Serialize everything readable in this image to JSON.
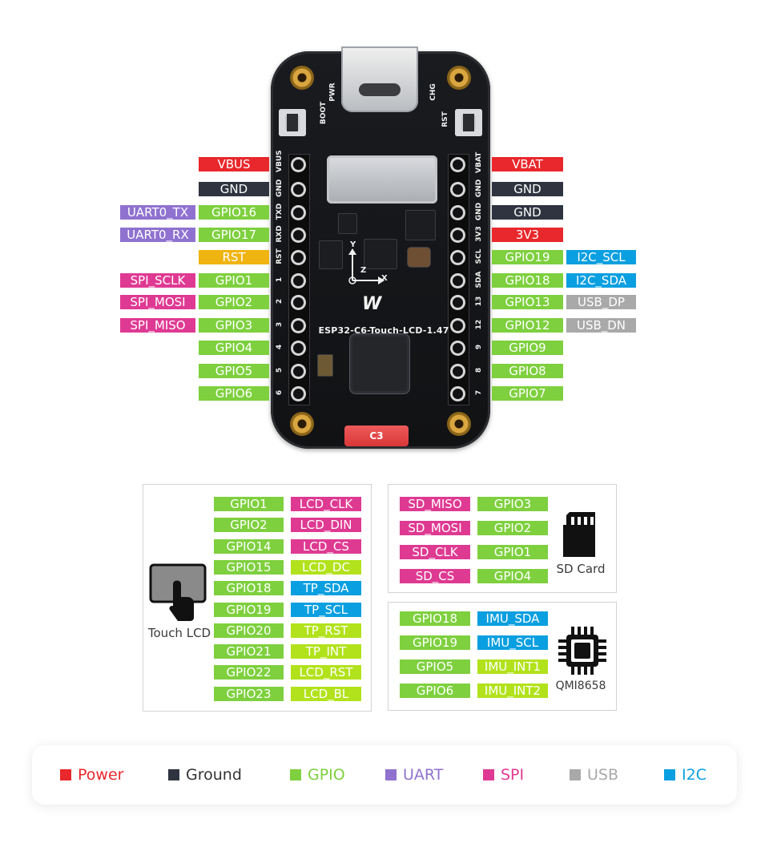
{
  "board": {
    "name": "ESP32-C6-Touch-LCD-1.47",
    "chip_label": "C3",
    "logo": "W",
    "silk": {
      "pwr": "PWR",
      "chg": "CHG",
      "boot": "BOOT",
      "rst": "RST"
    },
    "left_silk": [
      "VBUS",
      "GND",
      "TXD",
      "RXD",
      "RST",
      "1",
      "2",
      "3",
      "4",
      "5",
      "6"
    ],
    "right_silk": [
      "VBAT",
      "GND",
      "GND",
      "3V3",
      "SCL",
      "SDA",
      "13",
      "12",
      "9",
      "8",
      "7"
    ],
    "axes": {
      "y": "Y",
      "z": "Z",
      "x": "X"
    }
  },
  "left_pins": [
    {
      "pin": "VBUS",
      "color": "#e8282c"
    },
    {
      "pin": "GND",
      "color": "#2f3440"
    },
    {
      "pin": "GPIO16",
      "color": "#7ed03e",
      "alt": "UART0_TX",
      "alt_color": "#8f72cf"
    },
    {
      "pin": "GPIO17",
      "color": "#7ed03e",
      "alt": "UART0_RX",
      "alt_color": "#8f72cf"
    },
    {
      "pin": "RST",
      "color": "#f0b411"
    },
    {
      "pin": "GPIO1",
      "color": "#7ed03e",
      "alt": "SPI_SCLK",
      "alt_color": "#df3a93"
    },
    {
      "pin": "GPIO2",
      "color": "#7ed03e",
      "alt": "SPI_MOSI",
      "alt_color": "#df3a93"
    },
    {
      "pin": "GPIO3",
      "color": "#7ed03e",
      "alt": "SPI_MISO",
      "alt_color": "#df3a93"
    },
    {
      "pin": "GPIO4",
      "color": "#7ed03e"
    },
    {
      "pin": "GPIO5",
      "color": "#7ed03e"
    },
    {
      "pin": "GPIO6",
      "color": "#7ed03e"
    }
  ],
  "right_pins": [
    {
      "pin": "VBAT",
      "color": "#e8282c"
    },
    {
      "pin": "GND",
      "color": "#2f3440"
    },
    {
      "pin": "GND",
      "color": "#2f3440"
    },
    {
      "pin": "3V3",
      "color": "#e8282c"
    },
    {
      "pin": "GPIO19",
      "color": "#7ed03e",
      "alt": "I2C_SCL",
      "alt_color": "#0a9fe0"
    },
    {
      "pin": "GPIO18",
      "color": "#7ed03e",
      "alt": "I2C_SDA",
      "alt_color": "#0a9fe0"
    },
    {
      "pin": "GPIO13",
      "color": "#7ed03e",
      "alt": "USB_DP",
      "alt_color": "#a9a9a9"
    },
    {
      "pin": "GPIO12",
      "color": "#7ed03e",
      "alt": "USB_DN",
      "alt_color": "#a9a9a9"
    },
    {
      "pin": "GPIO9",
      "color": "#7ed03e"
    },
    {
      "pin": "GPIO8",
      "color": "#7ed03e"
    },
    {
      "pin": "GPIO7",
      "color": "#7ed03e"
    }
  ],
  "touch_lcd": {
    "caption": "Touch LCD",
    "rows": [
      {
        "gpio": "GPIO1",
        "func": "LCD_CLK",
        "color": "#de3a92"
      },
      {
        "gpio": "GPIO2",
        "func": "LCD_DIN",
        "color": "#de3a92"
      },
      {
        "gpio": "GPIO14",
        "func": "LCD_CS",
        "color": "#de3a92"
      },
      {
        "gpio": "GPIO15",
        "func": "LCD_DC",
        "color": "#b2e21c"
      },
      {
        "gpio": "GPIO18",
        "func": "TP_SDA",
        "color": "#0a9fe0"
      },
      {
        "gpio": "GPIO19",
        "func": "TP_SCL",
        "color": "#0a9fe0"
      },
      {
        "gpio": "GPIO20",
        "func": "TP_RST",
        "color": "#b2e21c"
      },
      {
        "gpio": "GPIO21",
        "func": "TP_INT",
        "color": "#b2e21c"
      },
      {
        "gpio": "GPIO22",
        "func": "LCD_RST",
        "color": "#b2e21c"
      },
      {
        "gpio": "GPIO23",
        "func": "LCD_BL",
        "color": "#b2e21c"
      }
    ]
  },
  "sd_card": {
    "caption": "SD Card",
    "rows": [
      {
        "func": "SD_MISO",
        "gpio": "GPIO3",
        "color": "#de3a92"
      },
      {
        "func": "SD_MOSI",
        "gpio": "GPIO2",
        "color": "#de3a92"
      },
      {
        "func": "SD_CLK",
        "gpio": "GPIO1",
        "color": "#de3a92"
      },
      {
        "func": "SD_CS",
        "gpio": "GPIO4",
        "color": "#de3a92"
      }
    ]
  },
  "imu": {
    "caption": "QMI8658",
    "rows": [
      {
        "gpio": "GPIO18",
        "func": "IMU_SDA",
        "color": "#0a9fe0"
      },
      {
        "gpio": "GPIO19",
        "func": "IMU_SCL",
        "color": "#0a9fe0"
      },
      {
        "gpio": "GPIO5",
        "func": "IMU_INT1",
        "color": "#b2e21c"
      },
      {
        "gpio": "GPIO6",
        "func": "IMU_INT2",
        "color": "#b2e21c"
      }
    ]
  },
  "legend": [
    {
      "label": "Power",
      "color": "#e8282c"
    },
    {
      "label": "Ground",
      "color": "#2f3440"
    },
    {
      "label": "GPIO",
      "color": "#7ed03e"
    },
    {
      "label": "UART",
      "color": "#8f72cf"
    },
    {
      "label": "SPI",
      "color": "#df3a93"
    },
    {
      "label": "USB",
      "color": "#a9a9a9"
    },
    {
      "label": "I2C",
      "color": "#0a9fe0"
    }
  ]
}
